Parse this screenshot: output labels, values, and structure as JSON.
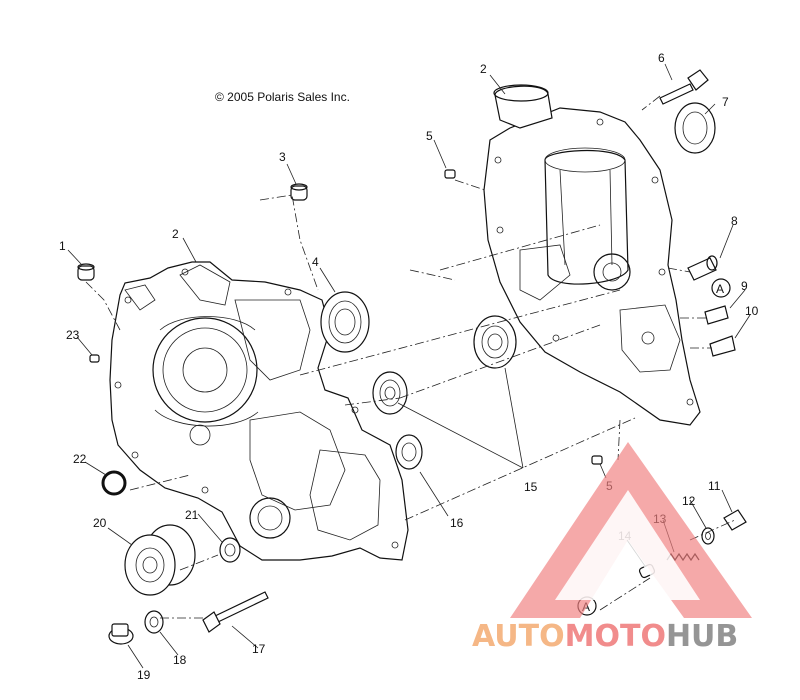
{
  "copyright": "© 2005 Polaris Sales Inc.",
  "callouts": [
    {
      "id": "c1",
      "text": "1"
    },
    {
      "id": "c2a",
      "text": "2"
    },
    {
      "id": "c2b",
      "text": "2"
    },
    {
      "id": "c3",
      "text": "3"
    },
    {
      "id": "c4",
      "text": "4"
    },
    {
      "id": "c5a",
      "text": "5"
    },
    {
      "id": "c5b",
      "text": "5"
    },
    {
      "id": "c6",
      "text": "6"
    },
    {
      "id": "c7",
      "text": "7"
    },
    {
      "id": "c8",
      "text": "8"
    },
    {
      "id": "c9",
      "text": "9"
    },
    {
      "id": "c10",
      "text": "10"
    },
    {
      "id": "c11",
      "text": "11"
    },
    {
      "id": "c12",
      "text": "12"
    },
    {
      "id": "c13",
      "text": "13"
    },
    {
      "id": "c14",
      "text": "14"
    },
    {
      "id": "c15",
      "text": "15"
    },
    {
      "id": "c16",
      "text": "16"
    },
    {
      "id": "c17",
      "text": "17"
    },
    {
      "id": "c18",
      "text": "18"
    },
    {
      "id": "c19",
      "text": "19"
    },
    {
      "id": "c20",
      "text": "20"
    },
    {
      "id": "c21",
      "text": "21"
    },
    {
      "id": "c22",
      "text": "22"
    },
    {
      "id": "c23",
      "text": "23"
    }
  ],
  "reference_markers": {
    "a_top": "A",
    "a_bottom": "A"
  },
  "watermark": {
    "part1": "AUTO",
    "part2": "MOTO",
    "part3": "HUB",
    "color_orange": "#f5b07a",
    "color_red": "#f08080",
    "color_gray": "#8a8a8a"
  }
}
